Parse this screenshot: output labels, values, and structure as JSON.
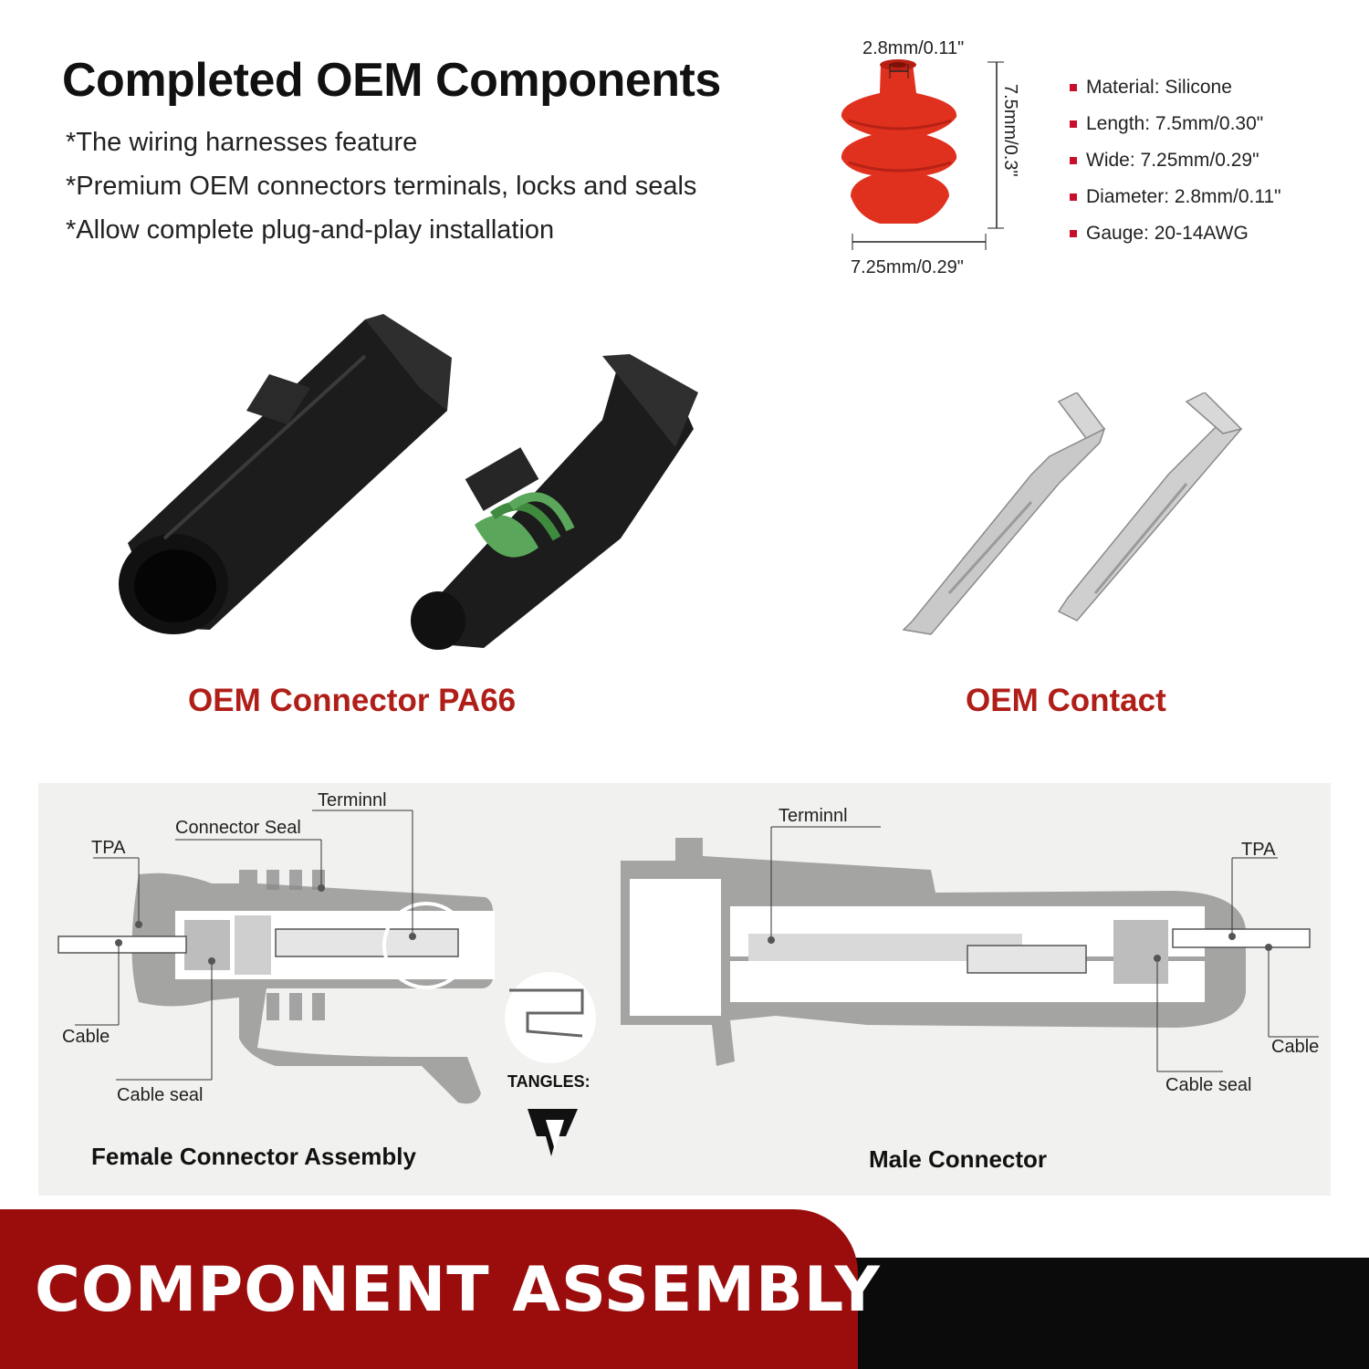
{
  "header": {
    "title": "Completed OEM Components",
    "bullets": [
      "*The wiring harnesses feature",
      "*Premium OEM connectors terminals, locks and seals",
      "*Allow complete plug-and-play installation"
    ]
  },
  "seal_dimensions": {
    "top": "2.8mm/0.11\"",
    "side": "7.5mm/0.3\"",
    "bottom": "7.25mm/0.29\""
  },
  "specs": [
    "Material: Silicone",
    "Length: 7.5mm/0.30\"",
    "Wide: 7.25mm/0.29\"",
    "Diameter: 2.8mm/0.11\"",
    "Gauge: 20-14AWG"
  ],
  "products": {
    "connector_caption": "OEM Connector PA66",
    "contact_caption": "OEM Contact"
  },
  "diagram": {
    "female": {
      "title": "Female Connector Assembly",
      "labels": {
        "terminal": "Terminnl",
        "connector_seal": "Connector Seal",
        "tpa": "TPA",
        "cable": "Cable",
        "cable_seal": "Cable seal"
      }
    },
    "male": {
      "title": "Male Connector",
      "labels": {
        "terminal": "Terminnl",
        "tpa": "TPA",
        "cable": "Cable",
        "cable_seal": "Cable seal"
      }
    },
    "brand": "TANGLES:"
  },
  "banner": {
    "text": "COMPONENT ASSEMBLY"
  },
  "colors": {
    "accent_red": "#b01e18",
    "banner_red": "#9b0d0d",
    "seal_red": "#e0301e",
    "seal_green": "#5aa65a"
  }
}
